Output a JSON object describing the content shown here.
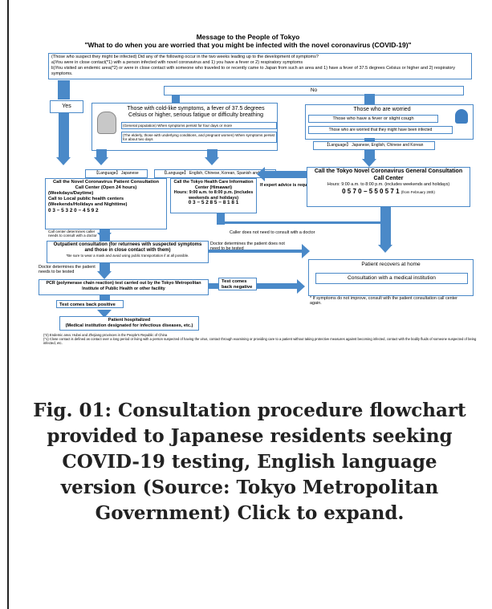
{
  "title": "Message to the People of Tokyo",
  "subtitle": "\"What to do when you are worried that you might be infected with the novel coronavirus (COVID-19)\"",
  "top_question": {
    "line1": "(Those who suspect they might be infected) Did any of the following occur in the two weeks leading up to the development of symptoms?",
    "line2": "a)You were in close contact(*1) with a person infected with novel coronavirus and 1) you have a fever or 2) respiratory symptoms",
    "line3": "b)You visited an endemic area(*2) or were in close contact with someone who traveled to or recently came to Japan from such an area and 1) have a fever of 37.5 degrees Celsius or higher and 2) respiratory symptoms."
  },
  "no_label": "No",
  "yes_label": "Yes",
  "cold_box": {
    "heading": "Those with cold-like symptoms, a fever of 37.5 degrees Celsius or higher, serious fatigue or difficulty breathing",
    "general": "(General population) When symptoms persist for four days or more",
    "elderly": "(The elderly, those with underlying conditions, and pregnant women) When symptoms persist for about two days"
  },
  "worried_box": {
    "heading": "Those who are worried",
    "option1": "Those who have a fever or slight cough",
    "option2": "Those who are worried that they might have been infected"
  },
  "language_labels": {
    "left": "【Language】 Japanese",
    "middle": "【Language】 English, Chinese, Korean, Spanish and Thai",
    "right": "【Language】 Japanese, English, Chinese and Korean"
  },
  "patient_center": {
    "title": "Call the Novel Coronavirus Patient Consultation Call Center (Open 24 hours)",
    "weekdays": "(Weekdays/Daytime)",
    "health_centers": "Call to Local public health centers",
    "weekends": "(Weekends/Holidays and Nighttime)",
    "phone": "0 3 − 5 3 2 0 − 4 5 9 2"
  },
  "himawari": {
    "title": "Call the Tokyo Health Care Information Center (Himawari)",
    "hours": "Hours: 9:00 a.m. to 8:00 p.m. (includes weekends and holidays)",
    "phone": "0 3 − 5 2 8 5 − 8 1 8 1"
  },
  "general_center": {
    "title": "Call the Tokyo Novel Coronavirus General Consultation Call Center",
    "hours": "Hours: 9:00 a.m. to 8:00 p.m. (includes weekends and holidays)",
    "phone": "0 5 7 0 − 5 5 0 5 7 1",
    "phone_note": "(from February 28th)"
  },
  "expert_advice": "If expert advice is required",
  "call_center_determines": "Call center determines caller needs to consult with a doctor",
  "no_need_doctor": "Caller does not need to consult with a doctor",
  "outpatient": {
    "title": "Outpatient consultation (for returnees with suspected symptoms and those in close contact with them)",
    "note": "*Be sure to wear a mask and avoid using public transportation if at all possible."
  },
  "doctor_no_test": "Doctor determines the patient does not need to be tested",
  "doctor_test": "Doctor determines the patient needs to be tested",
  "pcr": "PCR (polymerase chain reaction) test carried out by the Tokyo Metropolitan Institute of Public Health or other facility",
  "negative": "Test comes back negative",
  "positive": "Test comes back positive",
  "recovers": {
    "line1": "Patient recovers at home",
    "line2": "Consultation with a medical institution",
    "note": "* If symptoms do not improve, consult with the patient consultation call center again."
  },
  "hospitalized": {
    "line1": "Patient hospitalized",
    "line2": "(Medical institution designated for infectious diseases, etc.)"
  },
  "footnotes": {
    "f2": "(*2) Endemic area: Hubei and Zhejiang provinces in the People's Republic of China",
    "f1": "(*1) Close contact is defined as contact over a long period or living with a person suspected of having the virus, contact through examining or providing care to a patient without taking protective measures against becoming infected, contact with the bodily fluids of someone suspected of being infected, etc."
  },
  "caption": "Fig. 01: Consultation procedure flowchart provided to Japanese residents seeking COVID-19 testing, English language version (Source: Tokyo Metropolitan Government) Click to expand.",
  "colors": {
    "accent": "#4a89c8",
    "text": "#222222"
  }
}
